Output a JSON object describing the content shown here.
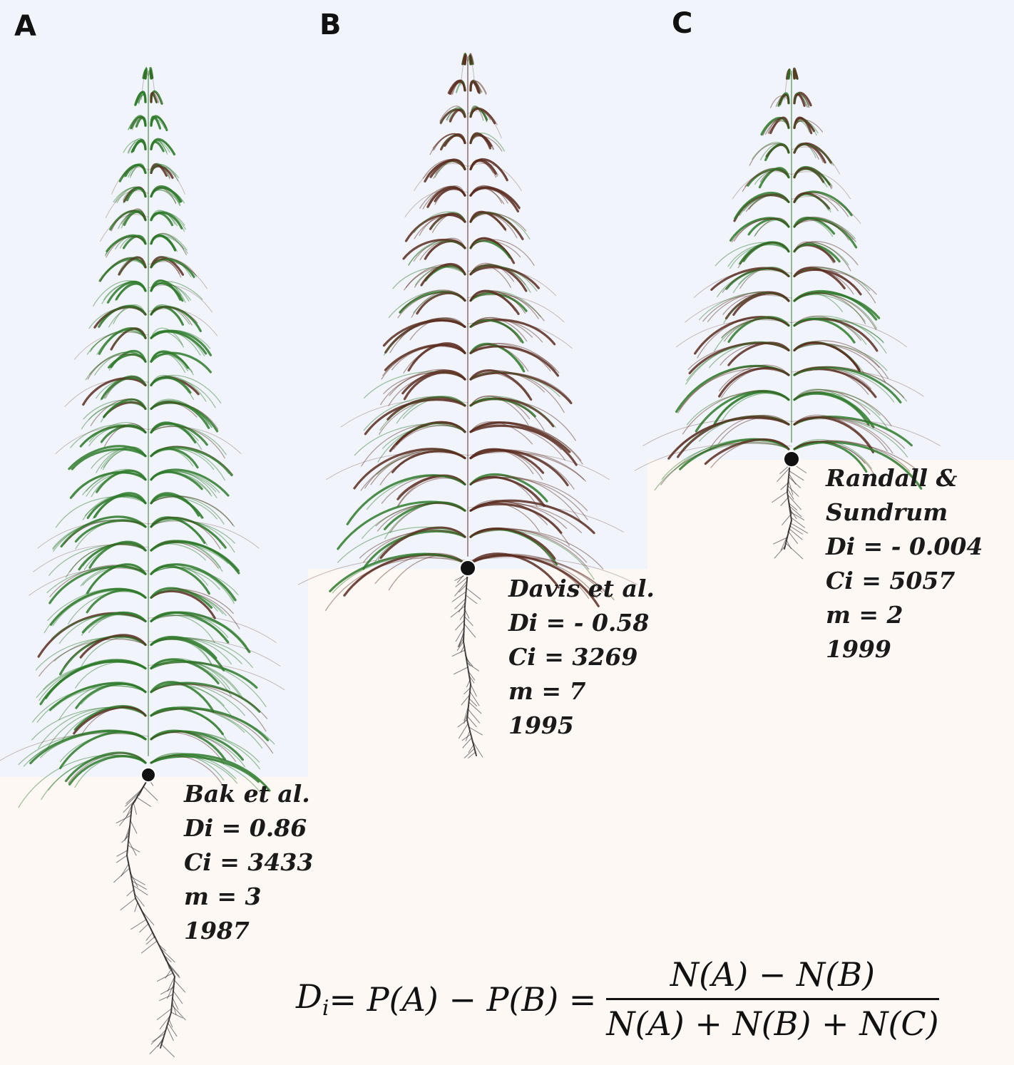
{
  "panels": [
    {
      "letter": "A",
      "name": "Bak et al.",
      "di": "Di = 0.86",
      "ci": "Ci = 3433",
      "m": "m = 3",
      "year": "1987"
    },
    {
      "letter": "B",
      "name": "Davis et al.",
      "di": "Di = - 0.58",
      "ci": "Ci = 3269",
      "m": "m = 7",
      "year": "1995"
    },
    {
      "letter": "C",
      "name_line1": "Randall &",
      "name_line2": "Sundrum",
      "di": "Di = - 0.004",
      "ci": "Ci = 5057",
      "m": "m = 2",
      "year": "1999"
    }
  ],
  "formula": {
    "lhs": "D",
    "lhs_sub": "i",
    "middle": " = P(A) − P(B) =",
    "numerator": "N(A) − N(B)",
    "denominator": "N(A) + N(B) + N(C)"
  },
  "colors": {
    "upper_background": "#f1f5fb",
    "lower_background": "#fdf8f4",
    "green_branch": "#2e7a2a",
    "brown_branch": "#5a2c20",
    "root": "#1a1a1a"
  }
}
